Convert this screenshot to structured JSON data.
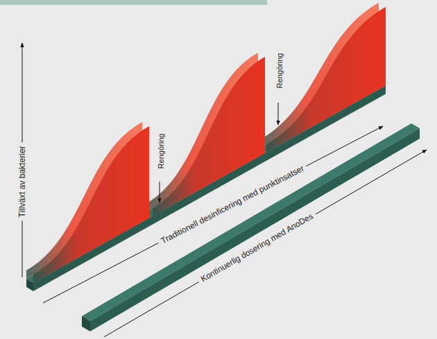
{
  "diagram": {
    "labels": [
      "Tillväxt av bakterier",
      "Rengöring",
      "Rengöring",
      "Traditionell desinficering med punktinsatser",
      "Kontinuerlig dosering med AnoDes"
    ]
  }
}
